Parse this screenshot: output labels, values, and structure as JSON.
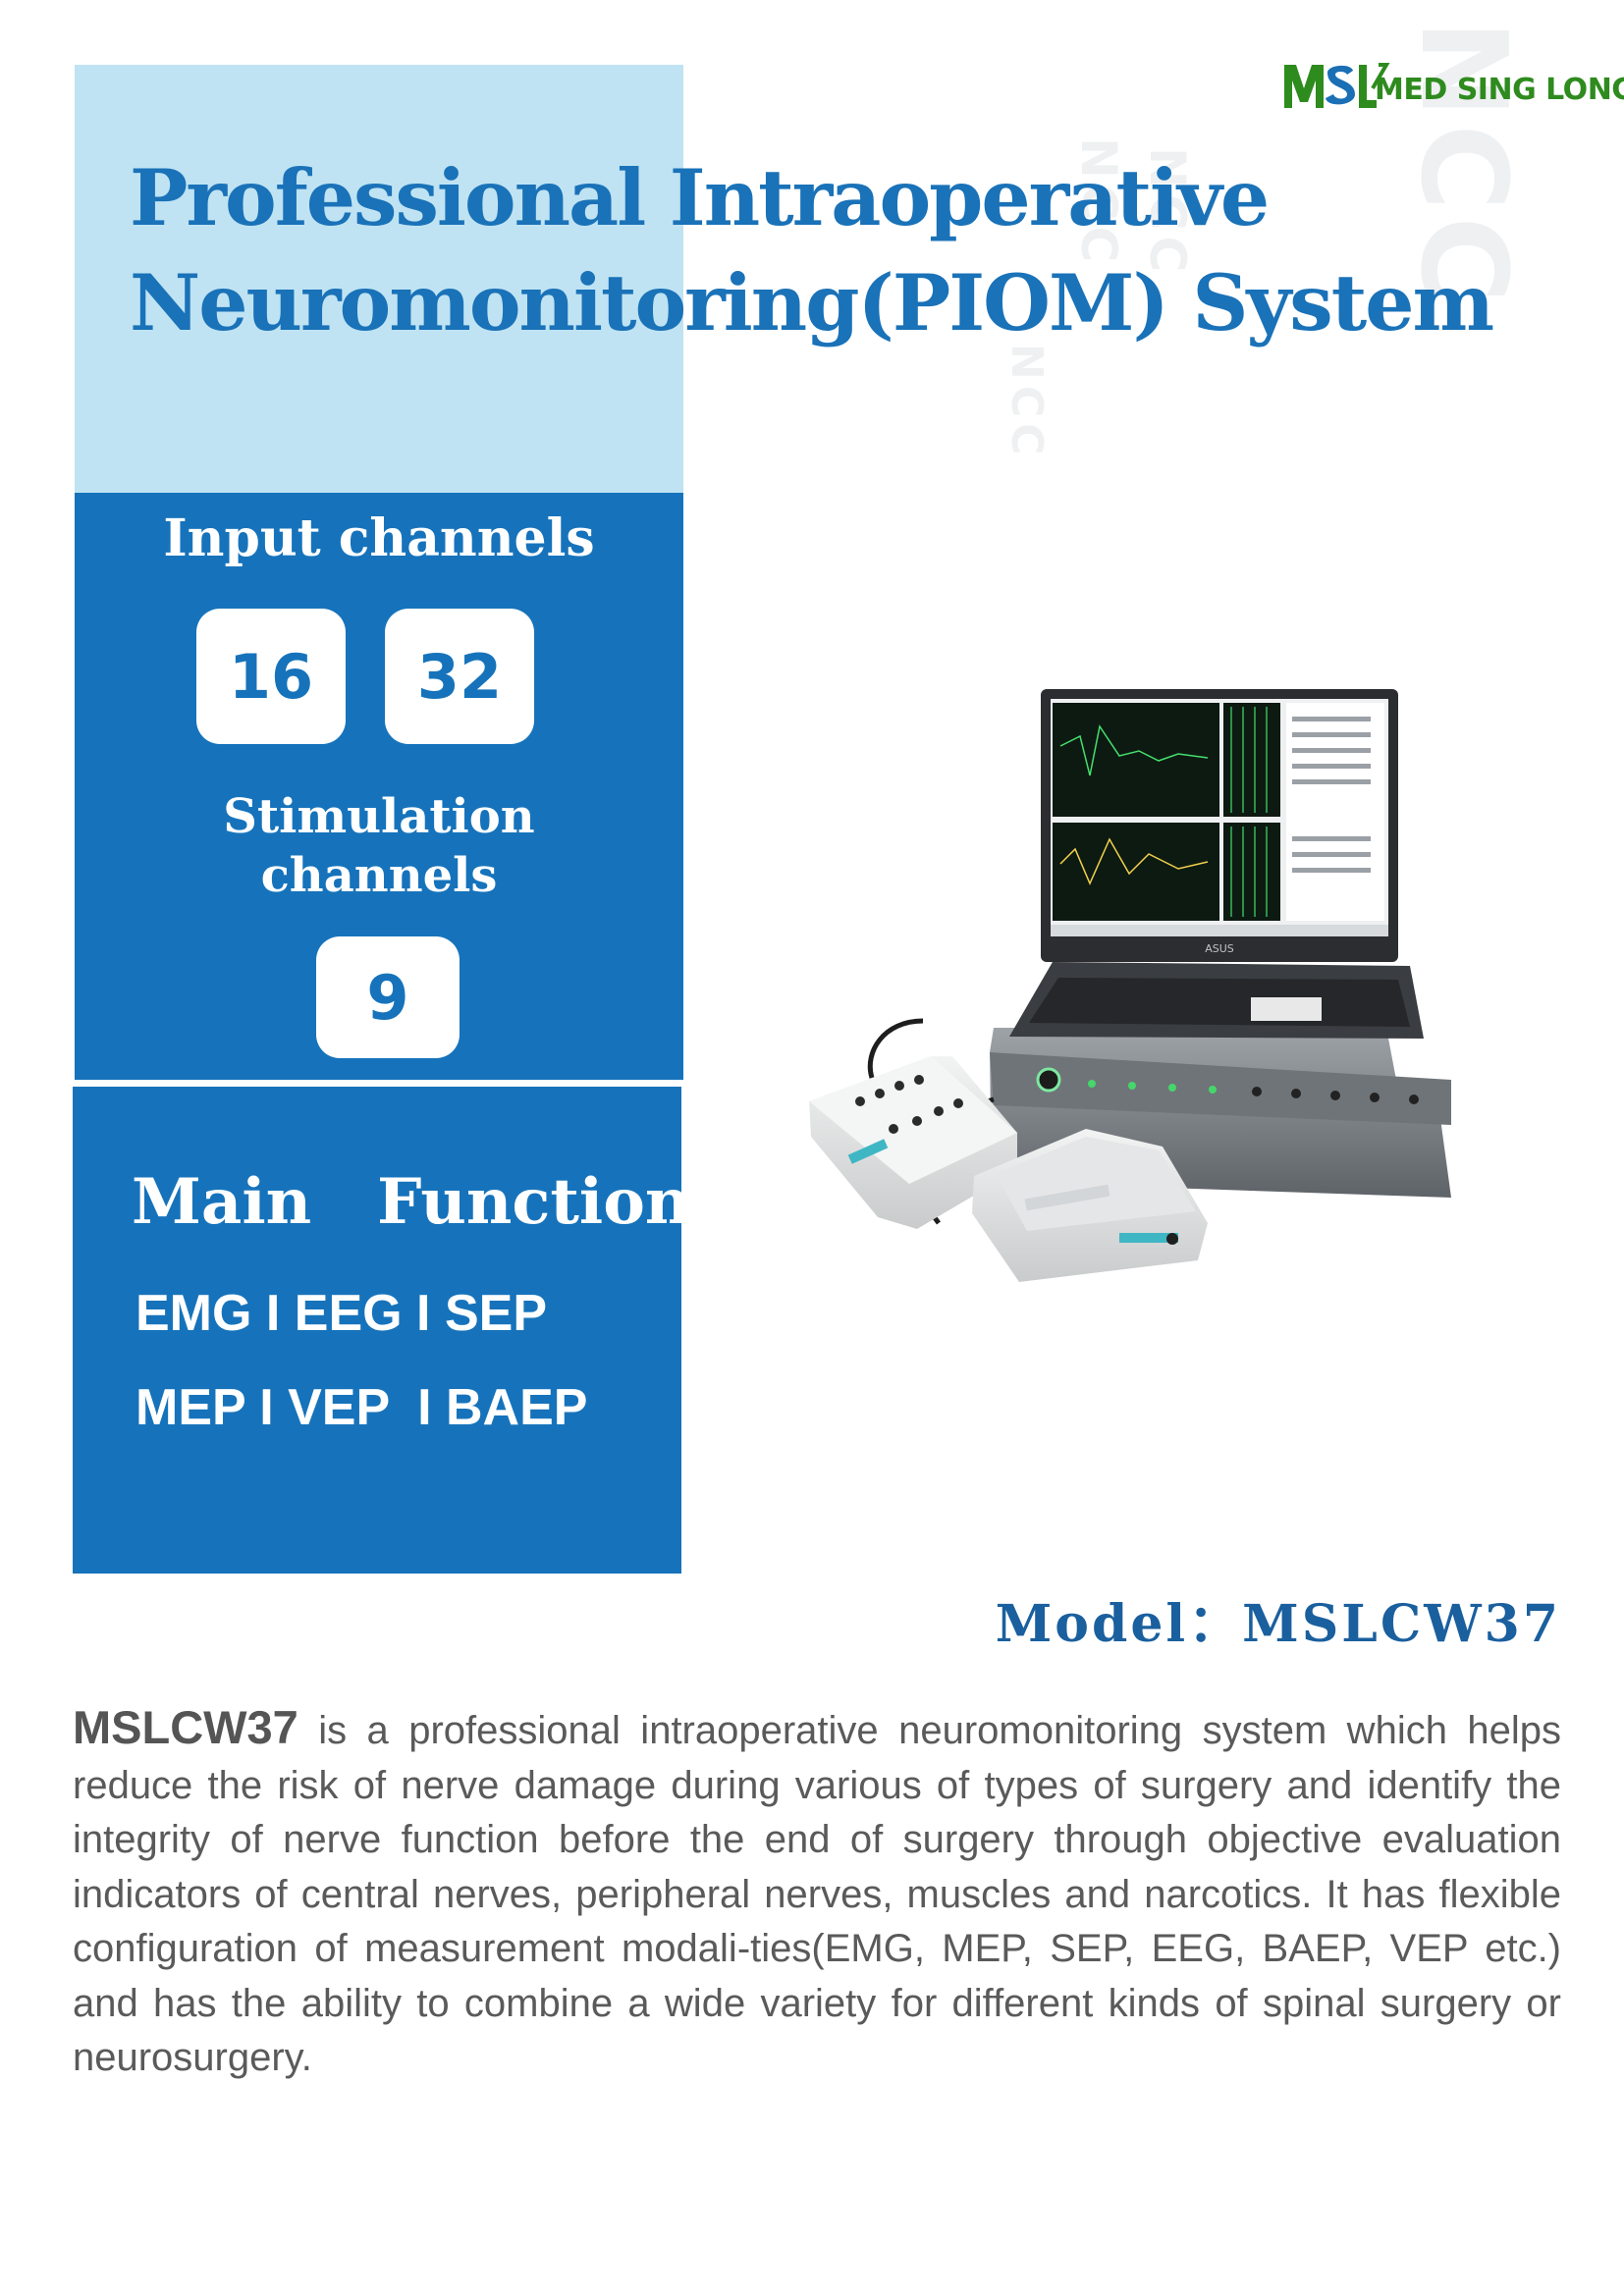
{
  "brand": {
    "name": "MED SING LONG",
    "logo_letters": "MSL"
  },
  "title_lines": [
    "Professional Intraoperative",
    "Neuromonitoring(PIOM) System"
  ],
  "watermark": [
    "NCC",
    "NCC",
    "NCC",
    "NCC"
  ],
  "input_channels": {
    "heading": "Input  channels",
    "values": [
      "16",
      "32"
    ]
  },
  "stimulation_channels": {
    "heading_lines": [
      "Stimulation",
      "channels"
    ],
    "value": "9"
  },
  "main_functions": {
    "heading": "Main   Functions:",
    "lines": [
      "EMG I EEG I SEP",
      "MEP I VEP  I BAEP"
    ]
  },
  "model": {
    "label": "Model：",
    "value": "MSLCW37"
  },
  "description": {
    "lead": "MSLCW37",
    "text": " is a professional intraoperative neuromonitoring system which helps reduce the risk of nerve damage during various of types of surgery and identify the integrity of nerve function before the end of surgery through objective evaluation indicators of central nerves, peripheral nerves, muscles and narcotics. It has flexible configuration of measurement modali-ties(EMG, MEP, SEP, EEG, BAEP, VEP etc.) and has the ability to combine a wide variety for different kinds of spinal surgery or neurosurgery."
  },
  "laptop_brand": "ASUS",
  "colors": {
    "primary_blue": "#1673bb",
    "light_blue": "#bfe3f3",
    "title_blue": "#1a72b8",
    "logo_green": "#2e8b1e",
    "logo_blue": "#1a6fb5"
  }
}
